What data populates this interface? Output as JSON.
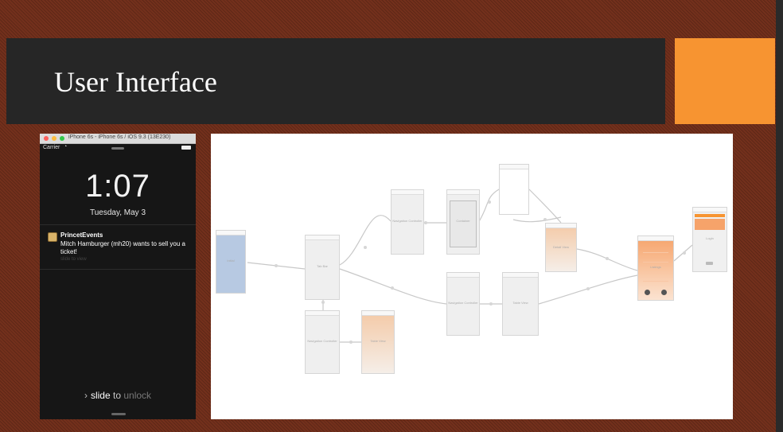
{
  "slide": {
    "title": "User Interface",
    "accent_color": "#f79431",
    "background_color": "#73301c"
  },
  "simulator": {
    "window_title": "iPhone 6s - iPhone 6s / iOS 9.3 (13E230)",
    "carrier": "Carrier",
    "time": "1:07",
    "date": "Tuesday, May 3",
    "notification": {
      "app": "PrincetEvents",
      "message": "Mitch Hamburger (mh20) wants to sell you a ticket!",
      "hint": "slide to view"
    },
    "unlock_slide": "slide",
    "unlock_to": "to",
    "unlock_word": "unlock"
  },
  "storyboard": {
    "scene_labels": {
      "initial": "Initial",
      "tab_bar": "Tab Bar",
      "nav_top": "Navigation Controller",
      "nav_mid": "Navigation Controller",
      "nav_bottom": "Navigation Controller",
      "container": "Container",
      "table_view_mid": "Table View",
      "table_view_bottom": "Table View",
      "detail": "Detail View",
      "list": "Listings",
      "login": "Login"
    }
  }
}
